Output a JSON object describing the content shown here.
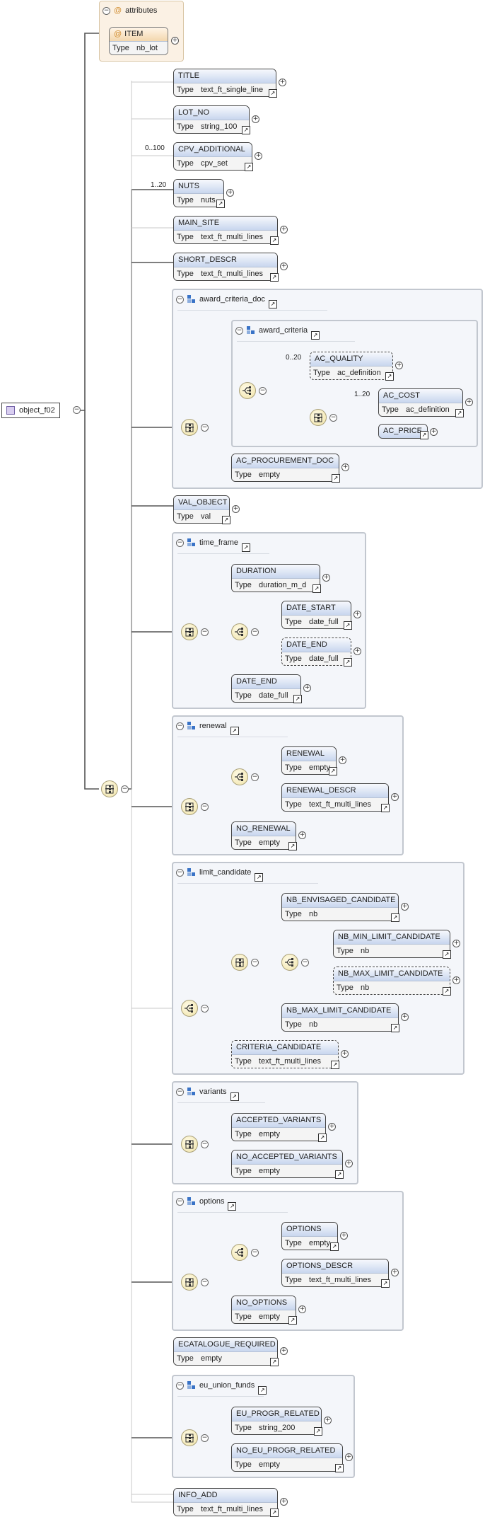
{
  "root": {
    "name": "object_f02"
  },
  "attributes": {
    "title": "attributes",
    "item": {
      "name": "ITEM",
      "type_label": "Type",
      "type": "nb_lot"
    }
  },
  "simple": {
    "title": {
      "name": "TITLE",
      "type_label": "Type",
      "type": "text_ft_single_line"
    },
    "lot_no": {
      "name": "LOT_NO",
      "type_label": "Type",
      "type": "string_100"
    },
    "cpv_additional": {
      "name": "CPV_ADDITIONAL",
      "type_label": "Type",
      "type": "cpv_set",
      "occurs": "0..100"
    },
    "nuts": {
      "name": "NUTS",
      "type_label": "Type",
      "type": "nuts",
      "occurs": "1..20"
    },
    "main_site": {
      "name": "MAIN_SITE",
      "type_label": "Type",
      "type": "text_ft_multi_lines"
    },
    "short_descr": {
      "name": "SHORT_DESCR",
      "type_label": "Type",
      "type": "text_ft_multi_lines"
    },
    "val_object": {
      "name": "VAL_OBJECT",
      "type_label": "Type",
      "type": "val"
    },
    "ecatalogue_required": {
      "name": "ECATALOGUE_REQUIRED",
      "type_label": "Type",
      "type": "empty"
    },
    "info_add": {
      "name": "INFO_ADD",
      "type_label": "Type",
      "type": "text_ft_multi_lines"
    }
  },
  "award_criteria_doc": {
    "title": "award_criteria_doc",
    "award_criteria": {
      "title": "award_criteria",
      "ac_quality": {
        "name": "AC_QUALITY",
        "type_label": "Type",
        "type": "ac_definition",
        "occurs": "0..20"
      },
      "ac_cost": {
        "name": "AC_COST",
        "type_label": "Type",
        "type": "ac_definition",
        "occurs": "1..20"
      },
      "ac_price": {
        "name": "AC_PRICE"
      }
    },
    "ac_procurement_doc": {
      "name": "AC_PROCUREMENT_DOC",
      "type_label": "Type",
      "type": "empty"
    }
  },
  "time_frame": {
    "title": "time_frame",
    "duration": {
      "name": "DURATION",
      "type_label": "Type",
      "type": "duration_m_d"
    },
    "date_start": {
      "name": "DATE_START",
      "type_label": "Type",
      "type": "date_full"
    },
    "date_end_inner": {
      "name": "DATE_END",
      "type_label": "Type",
      "type": "date_full"
    },
    "date_end": {
      "name": "DATE_END",
      "type_label": "Type",
      "type": "date_full"
    }
  },
  "renewal": {
    "title": "renewal",
    "renewal": {
      "name": "RENEWAL",
      "type_label": "Type",
      "type": "empty"
    },
    "renewal_descr": {
      "name": "RENEWAL_DESCR",
      "type_label": "Type",
      "type": "text_ft_multi_lines"
    },
    "no_renewal": {
      "name": "NO_RENEWAL",
      "type_label": "Type",
      "type": "empty"
    }
  },
  "limit_candidate": {
    "title": "limit_candidate",
    "nb_envisaged": {
      "name": "NB_ENVISAGED_CANDIDATE",
      "type_label": "Type",
      "type": "nb"
    },
    "nb_min": {
      "name": "NB_MIN_LIMIT_CANDIDATE",
      "type_label": "Type",
      "type": "nb"
    },
    "nb_max_inner": {
      "name": "NB_MAX_LIMIT_CANDIDATE",
      "type_label": "Type",
      "type": "nb"
    },
    "nb_max": {
      "name": "NB_MAX_LIMIT_CANDIDATE",
      "type_label": "Type",
      "type": "nb"
    },
    "criteria_candidate": {
      "name": "CRITERIA_CANDIDATE",
      "type_label": "Type",
      "type": "text_ft_multi_lines"
    }
  },
  "variants": {
    "title": "variants",
    "accepted": {
      "name": "ACCEPTED_VARIANTS",
      "type_label": "Type",
      "type": "empty"
    },
    "no_accepted": {
      "name": "NO_ACCEPTED_VARIANTS",
      "type_label": "Type",
      "type": "empty"
    }
  },
  "options": {
    "title": "options",
    "options": {
      "name": "OPTIONS",
      "type_label": "Type",
      "type": "empty"
    },
    "options_descr": {
      "name": "OPTIONS_DESCR",
      "type_label": "Type",
      "type": "text_ft_multi_lines"
    },
    "no_options": {
      "name": "NO_OPTIONS",
      "type_label": "Type",
      "type": "empty"
    }
  },
  "eu_union_funds": {
    "title": "eu_union_funds",
    "eu_progr_related": {
      "name": "EU_PROGR_RELATED",
      "type_label": "Type",
      "type": "string_200"
    },
    "no_eu_progr_related": {
      "name": "NO_EU_PROGR_RELATED",
      "type_label": "Type",
      "type": "empty"
    }
  },
  "colors": {
    "element_header": "#c8d6ee",
    "group_bg": "#f4f6fa",
    "attributes_bg": "#fbf1e4",
    "compositor": "#f0e3a8",
    "group_icon": "#3973c7"
  }
}
